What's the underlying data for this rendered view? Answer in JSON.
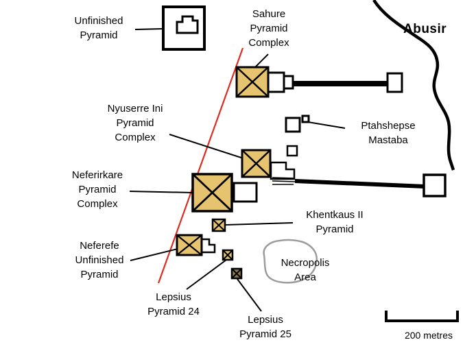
{
  "map": {
    "title": "Abusir",
    "scale_label": "200 metres",
    "labels": {
      "unfinished_pyramid": "Unfinished\nPyramid",
      "sahure": "Sahure\nPyramid\nComplex",
      "nyuserre": "Nyuserre Ini\nPyramid\nComplex",
      "ptahshepse": "Ptahshepse\nMastaba",
      "neferirkare": "Neferirkare\nPyramid\nComplex",
      "khentkaus": "Khentkaus II\nPyramid",
      "neferefe": "Neferefe\nUnfinished\nPyramid",
      "lepsius_24": "Lepsius\nPyramid 24",
      "lepsius_25": "Lepsius\nPyramid 25",
      "necropolis": "Necropolis\nArea"
    },
    "colors": {
      "pyramid_fill": "#E6C36F",
      "pyramid_fill_dark": "#8C7C45",
      "line_red": "#E02B20",
      "necropolis_gray": "#9C9C9C",
      "ink": "#000000",
      "background": "#FFFFFF"
    }
  }
}
